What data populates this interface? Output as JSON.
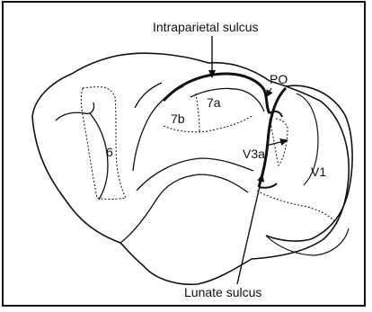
{
  "labels": {
    "intraparietal_sulcus": "Intraparietal sulcus",
    "lunate_sulcus": "Lunate sulcus",
    "area_6": "6",
    "area_7a": "7a",
    "area_7b": "7b",
    "area_po": "PO",
    "area_v3a": "V3a",
    "area_v1": "V1"
  },
  "colors": {
    "ink": "#111111",
    "background": "#ffffff"
  }
}
